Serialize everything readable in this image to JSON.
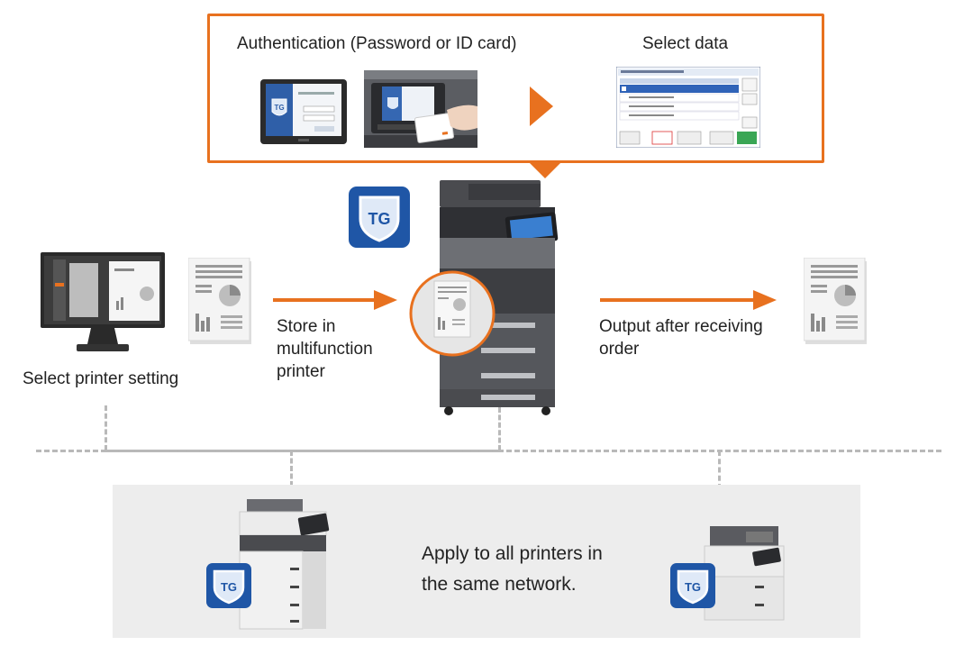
{
  "colors": {
    "accent": "#e8711f",
    "connector": "#b9b9b9",
    "band": "#ededed",
    "shield_blue": "#1f56a6"
  },
  "callout": {
    "auth_label": "Authentication (Password or ID card)",
    "select_label": "Select data"
  },
  "flow": {
    "select_setting": "Select printer setting",
    "store": "Store in\nmultifunction\nprinter",
    "output": "Output after receiving\norder"
  },
  "network": {
    "apply": "Apply to all printers in\nthe same network."
  },
  "badge_text": "TG",
  "icons": [
    "monitor-icon",
    "document-icon",
    "arrow-right-icon",
    "mfp-printer-icon",
    "shield-tg-icon",
    "tablet-icon",
    "id-card-icon",
    "play-arrow-icon"
  ]
}
